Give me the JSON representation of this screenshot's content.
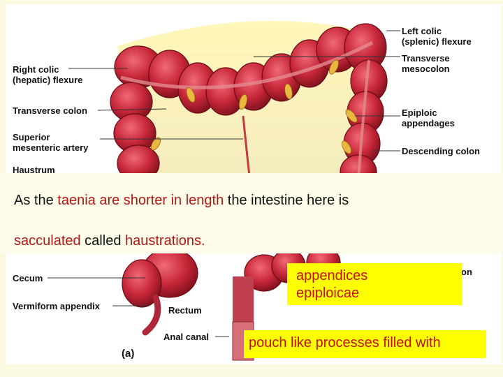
{
  "labels": {
    "left_colic": "Left colic\n(splenic) flexure",
    "transverse_mesocolon": "Transverse\nmesocolon",
    "right_colic": "Right colic\n(hepatic) flexure",
    "transverse_colon": "Transverse colon",
    "superior_mesenteric": "Superior\nmesenteric artery",
    "epiploic": "Epiploic\nappendages",
    "descending_colon": "Descending colon",
    "haustrum": "Haustrum",
    "cecum": "Cecum",
    "vermiform": "Vermiform appendix",
    "rectum": "Rectum",
    "anal_canal": "Anal canal",
    "fig_letter": "(a)",
    "colon_partial": "on"
  },
  "caption": {
    "l1_a": "As the ",
    "l1_b": "taenia are shorter in length",
    "l1_c": " the intestine here is",
    "l2_a": "sacculated",
    "l2_b": " called ",
    "l2_c": "haustrations."
  },
  "boxes": {
    "appendices": "appendices\nepiploicae",
    "pouch": "pouch like processes filled with"
  },
  "colors": {
    "highlight": "#b01818",
    "box_bg": "#ffff00",
    "box_text": "#c01010"
  }
}
